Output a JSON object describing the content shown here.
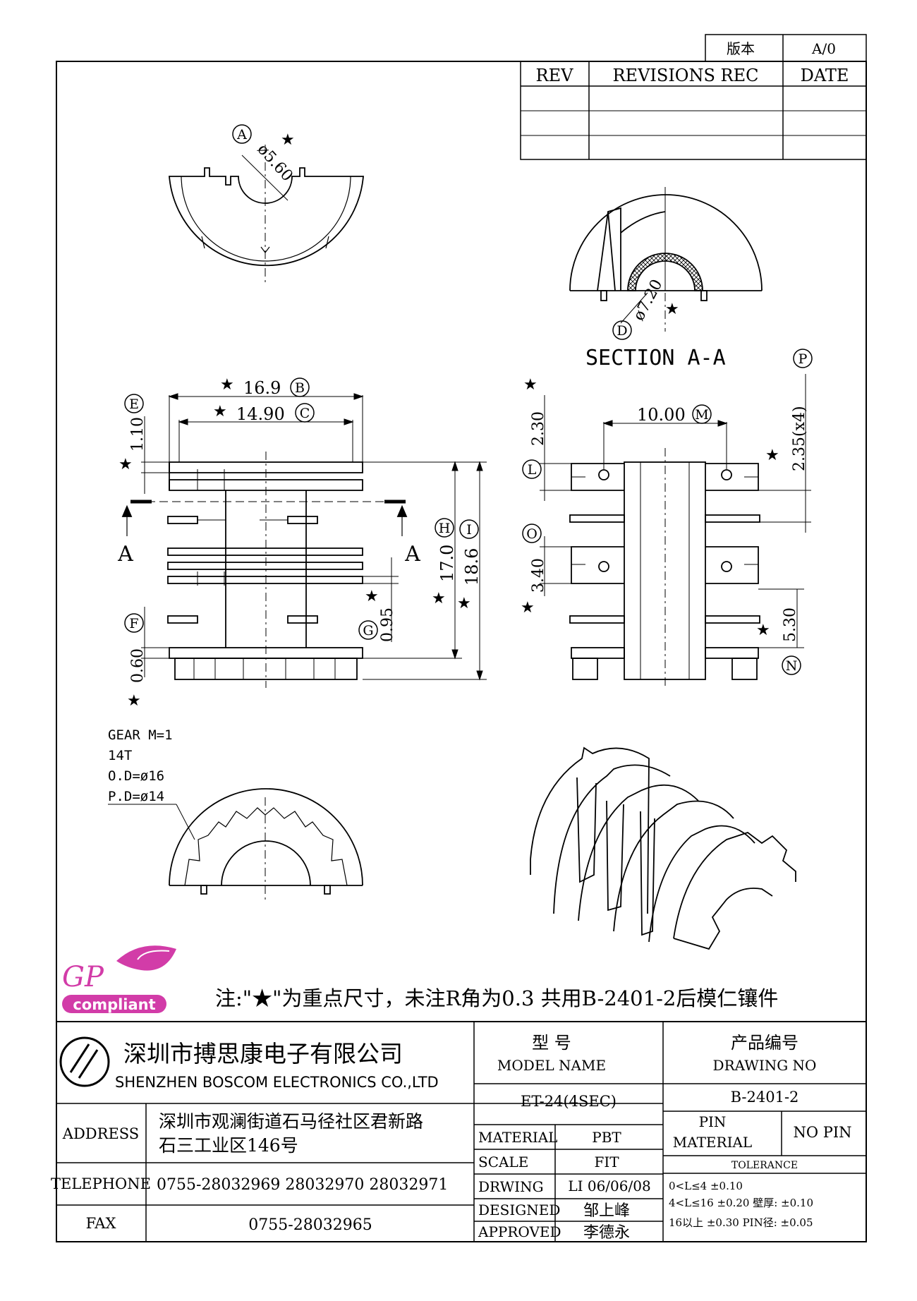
{
  "version_box": {
    "label": "版本",
    "value": "A/0"
  },
  "revision_table": {
    "headers": [
      "REV",
      "REVISIONS REC",
      "DATE"
    ],
    "rows": [
      [
        "",
        "",
        ""
      ],
      [
        "",
        "",
        ""
      ]
    ]
  },
  "views": {
    "section_title": "SECTION A-A",
    "cut_label": "A"
  },
  "dimensions": {
    "A": {
      "value": "ø5.60",
      "letter": "A"
    },
    "B": {
      "value": "16.9",
      "letter": "B"
    },
    "C": {
      "value": "14.90",
      "letter": "C"
    },
    "D": {
      "value": "ø7.20",
      "letter": "D"
    },
    "E": {
      "value": "1.10",
      "letter": "E"
    },
    "F": {
      "value": "0.60",
      "letter": "F"
    },
    "G": {
      "value": "0.95",
      "letter": "G"
    },
    "H": {
      "value": "17.0",
      "letter": "H"
    },
    "I": {
      "value": "18.6",
      "letter": "I"
    },
    "L": {
      "value": "2.30",
      "letter": "L"
    },
    "M": {
      "value": "10.00",
      "letter": "M"
    },
    "N": {
      "value": "5.30",
      "letter": "N"
    },
    "O": {
      "value": "3.40",
      "letter": "O"
    },
    "P": {
      "value": "2.35(x4)",
      "letter": "P"
    }
  },
  "star_glyph": "★",
  "gear_spec": [
    "GEAR M=1",
    "14T",
    "O.D=ø16",
    "P.D=ø14"
  ],
  "logo": {
    "line1": "GP",
    "line2": "compliant",
    "color": "#d23ca8"
  },
  "note": "注:\"★\"为重点尺寸，未注R角为0.3  共用B-2401-2后模仁镶件",
  "title_block": {
    "company_cn": "深圳市搏思康电子有限公司",
    "company_en": "SHENZHEN BOSCOM ELECTRONICS CO.,LTD",
    "model_label_cn": "型      号",
    "model_label_en": "MODEL NAME",
    "drawing_label_cn": "产品编号",
    "drawing_label_en": "DRAWING NO",
    "model_value": "ET-24(4SEC)",
    "drawing_value": "B-2401-2",
    "address_label": "ADDRESS",
    "address_line1": "深圳市观澜街道石马径社区君新路",
    "address_line2": "石三工业区146号",
    "telephone_label": "TELEPHONE",
    "telephone_value": "0755-28032969 28032970 28032971",
    "fax_label": "FAX",
    "fax_value": "0755-28032965",
    "material_label": "MATERIAL",
    "material_value": "PBT",
    "scale_label": "SCALE",
    "scale_value": "FIT",
    "drwing_label": "DRWING",
    "drwing_value": "LI 06/06/08",
    "designed_label": "DESIGNED",
    "designed_value": "邹上峰",
    "approved_label": "APPROVED",
    "approved_value": "李德永",
    "pin_material_label1": "PIN",
    "pin_material_label2": "MATERIAL",
    "pin_material_value": "NO PIN",
    "tolerance_label": "TOLERANCE",
    "tolerance_rows": [
      "0<L≤4  ±0.10",
      "4<L≤16  ±0.20   壁厚:  ±0.10",
      "16以上    ±0.30  PIN径: ±0.05"
    ]
  }
}
